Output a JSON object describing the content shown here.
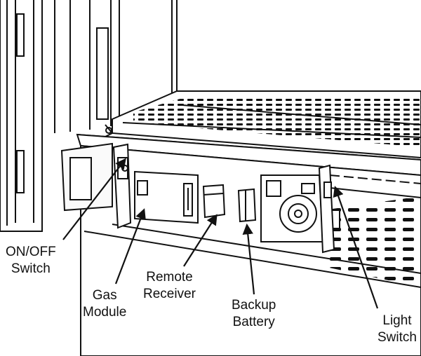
{
  "labels": {
    "on_off_switch": {
      "line1": "ON/OFF",
      "line2": "Switch"
    },
    "gas_module": {
      "line1": "Gas",
      "line2": "Module"
    },
    "remote_receiver": {
      "line1": "Remote",
      "line2": "Receiver"
    },
    "backup_battery": {
      "line1": "Backup",
      "line2": "Battery"
    },
    "light_switch": {
      "line1": "Light",
      "line2": "Switch"
    }
  },
  "colors": {
    "ink": "#111111",
    "background": "#ffffff",
    "metal": "#f4f4f4"
  }
}
